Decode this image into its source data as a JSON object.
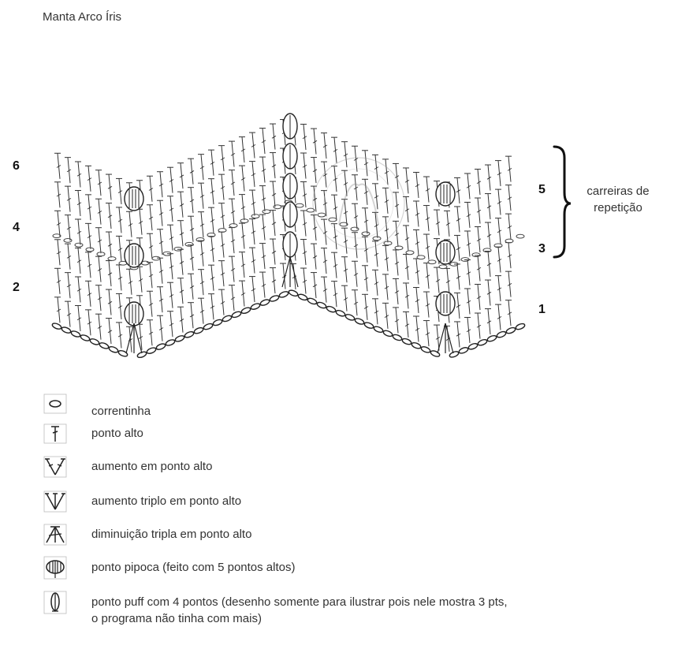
{
  "title": "Manta Arco Íris",
  "row_labels_left": [
    "6",
    "4",
    "2"
  ],
  "row_labels_right": [
    "5",
    "3",
    "1"
  ],
  "repeat_label": "carreiras de repetição",
  "watermark_text": "PARA",
  "legend": [
    {
      "symbol": "chain-symbol-icon",
      "text": "correntinha"
    },
    {
      "symbol": "double-crochet-symbol-icon",
      "text": "ponto alto"
    },
    {
      "symbol": "increase-symbol-icon",
      "text": "aumento em ponto alto"
    },
    {
      "symbol": "triple-increase-symbol-icon",
      "text": "aumento triplo em ponto alto"
    },
    {
      "symbol": "triple-decrease-symbol-icon",
      "text": "diminuição tripla em ponto alto"
    },
    {
      "symbol": "popcorn-symbol-icon",
      "text": "ponto pipoca (feito com 5 pontos altos)"
    },
    {
      "symbol": "puff-symbol-icon",
      "text": "ponto puff com 4 pontos (desenho somente para ilustrar pois nele mostra 3 pts,",
      "text2": "o programa não tinha com mais)"
    }
  ]
}
